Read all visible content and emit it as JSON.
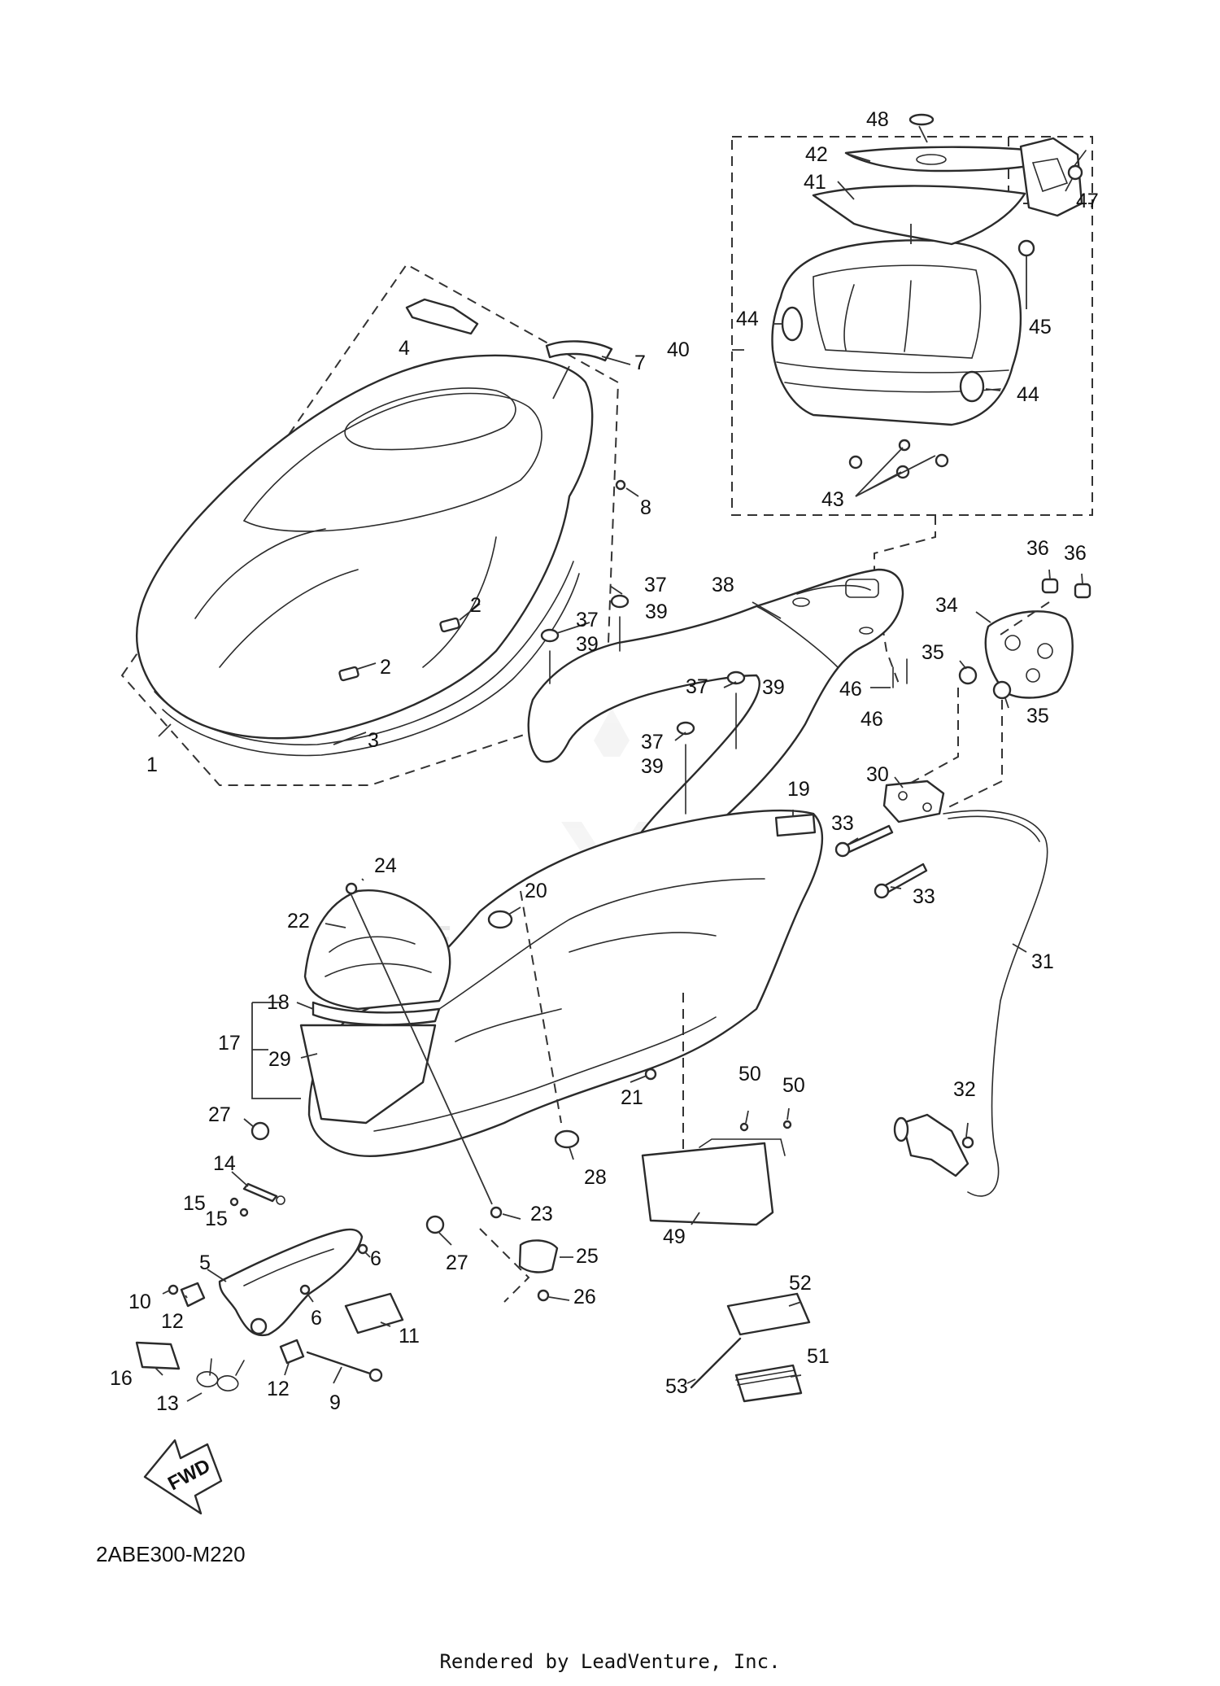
{
  "diagram": {
    "code": "2ABE300-M220",
    "fwd_label": "FWD",
    "watermark": "LEADVENTURE",
    "credit": "Rendered by LeadVenture, Inc.",
    "callouts": [
      "1",
      "2",
      "2",
      "3",
      "4",
      "5",
      "6",
      "6",
      "7",
      "8",
      "9",
      "10",
      "11",
      "12",
      "12",
      "13",
      "14",
      "15",
      "15",
      "16",
      "17",
      "18",
      "19",
      "20",
      "21",
      "22",
      "23",
      "24",
      "25",
      "26",
      "27",
      "27",
      "28",
      "29",
      "30",
      "31",
      "32",
      "33",
      "33",
      "34",
      "35",
      "35",
      "36",
      "36",
      "37",
      "37",
      "37",
      "37",
      "38",
      "39",
      "39",
      "39",
      "39",
      "40",
      "41",
      "42",
      "43",
      "44",
      "44",
      "45",
      "46",
      "46",
      "47",
      "48",
      "49",
      "50",
      "50",
      "51",
      "52",
      "53"
    ]
  }
}
